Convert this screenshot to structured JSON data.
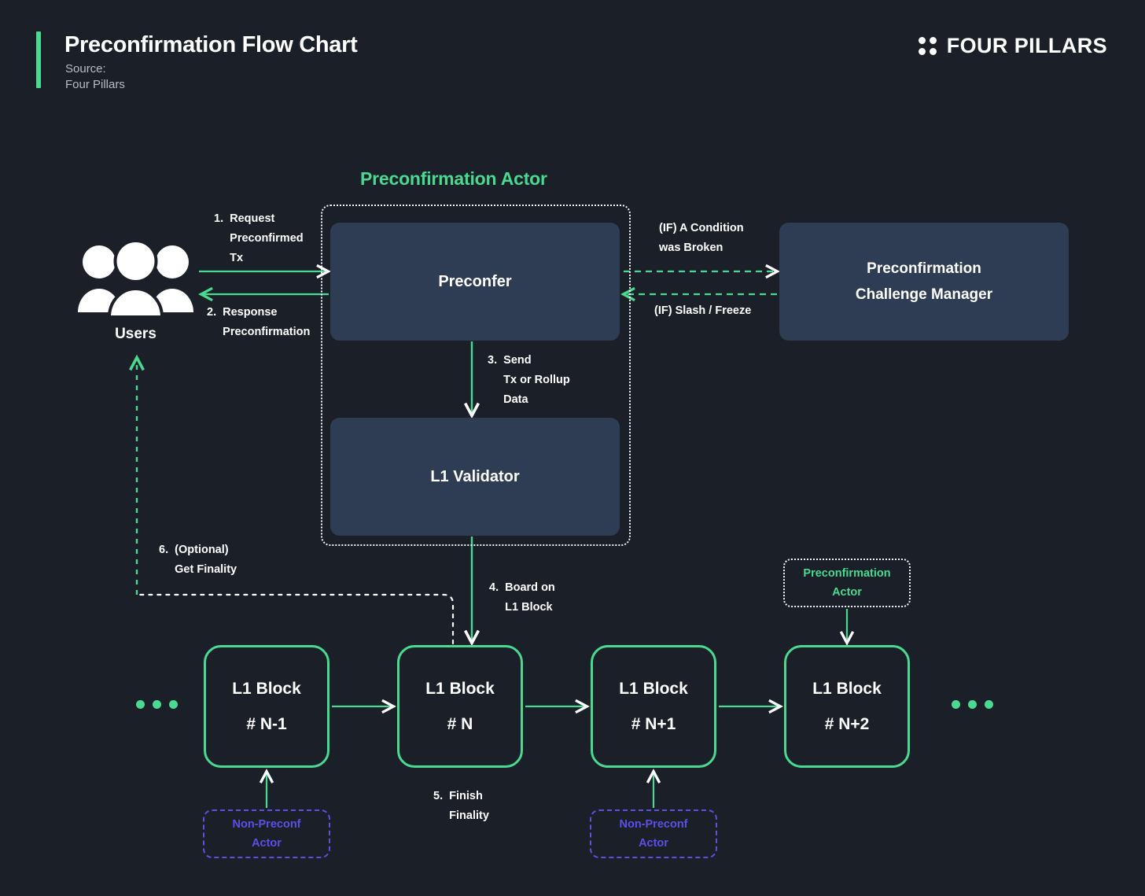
{
  "header": {
    "title": "Preconfirmation Flow Chart",
    "source_label": "Source:",
    "source_value": "Four Pillars",
    "brand": "FOUR PILLARS",
    "brand_icon": "four-dots-icon"
  },
  "colors": {
    "background": "#1b2028",
    "accent_green": "#4ad991",
    "box_fill": "#2e3d54",
    "purple": "#5b50e6",
    "white": "#ffffff"
  },
  "diagram": {
    "group_title": "Preconfirmation Actor",
    "actors": {
      "users": "Users",
      "preconfer": "Preconfer",
      "validator": "L1 Validator",
      "challenge_manager_line1": "Preconfirmation",
      "challenge_manager_line2": "Challenge Manager"
    },
    "blocks": [
      {
        "line1": "L1 Block",
        "line2": "# N-1"
      },
      {
        "line1": "L1 Block",
        "line2": "# N"
      },
      {
        "line1": "L1 Block",
        "line2": "# N+1"
      },
      {
        "line1": "L1 Block",
        "line2": "# N+2"
      }
    ],
    "ellipsis": "...",
    "tags": {
      "preconf_actor_line1": "Preconfirmation",
      "preconf_actor_line2": "Actor",
      "non_preconf_line1": "Non-Preconf",
      "non_preconf_line2": "Actor"
    },
    "edge_labels": {
      "step1": "1.  Request\n     Preconfirmed\n     Tx",
      "step2": "2.  Response\n     Preconfirmation",
      "step3": "3.  Send\n     Tx or Rollup\n     Data",
      "step4": "4.  Board on\n     L1 Block",
      "step5": "5.  Finish\n     Finality",
      "step6": "6.  (Optional)\n     Get Finality",
      "if_condition": "(IF) A Condition\nwas Broken",
      "if_slash": "(IF) Slash / Freeze"
    }
  },
  "chart_data": {
    "type": "diagram",
    "title": "Preconfirmation Flow Chart",
    "nodes": [
      {
        "id": "users",
        "label": "Users",
        "shape": "icon"
      },
      {
        "id": "preconfer",
        "label": "Preconfer",
        "shape": "rounded-rect",
        "group": "Preconfirmation Actor"
      },
      {
        "id": "validator",
        "label": "L1 Validator",
        "shape": "rounded-rect",
        "group": "Preconfirmation Actor"
      },
      {
        "id": "challenge",
        "label": "Preconfirmation Challenge Manager",
        "shape": "rounded-rect"
      },
      {
        "id": "block_n_minus_1",
        "label": "L1 Block # N-1",
        "shape": "rounded-rect-outline"
      },
      {
        "id": "block_n",
        "label": "L1 Block # N",
        "shape": "rounded-rect-outline"
      },
      {
        "id": "block_n_plus_1",
        "label": "L1 Block # N+1",
        "shape": "rounded-rect-outline"
      },
      {
        "id": "block_n_plus_2",
        "label": "L1 Block # N+2",
        "shape": "rounded-rect-outline"
      },
      {
        "id": "tag_preconf_actor",
        "label": "Preconfirmation Actor",
        "shape": "dotted-tag"
      },
      {
        "id": "tag_non_preconf_a",
        "label": "Non-Preconf Actor",
        "shape": "dashed-tag"
      },
      {
        "id": "tag_non_preconf_b",
        "label": "Non-Preconf Actor",
        "shape": "dashed-tag"
      }
    ],
    "edges": [
      {
        "from": "users",
        "to": "preconfer",
        "label": "1. Request Preconfirmed Tx",
        "style": "solid",
        "color": "#4ad991"
      },
      {
        "from": "preconfer",
        "to": "users",
        "label": "2. Response Preconfirmation",
        "style": "solid",
        "color": "#4ad991"
      },
      {
        "from": "preconfer",
        "to": "validator",
        "label": "3. Send Tx or Rollup Data",
        "style": "solid",
        "color": "#4ad991"
      },
      {
        "from": "validator",
        "to": "block_n",
        "label": "4. Board on L1 Block",
        "style": "solid",
        "color": "#4ad991"
      },
      {
        "from": "block_n",
        "to": "users",
        "label": "6. (Optional) Get Finality",
        "style": "dashed",
        "color": "#4ad991"
      },
      {
        "from": "block_n",
        "to": "finality",
        "label": "5. Finish Finality",
        "style": "none"
      },
      {
        "from": "preconfer",
        "to": "challenge",
        "label": "(IF) A Condition was Broken",
        "style": "dashed",
        "color": "#4ad991"
      },
      {
        "from": "challenge",
        "to": "preconfer",
        "label": "(IF) Slash / Freeze",
        "style": "dashed",
        "color": "#4ad991"
      },
      {
        "from": "block_n_minus_1",
        "to": "block_n",
        "style": "solid",
        "color": "#4ad991"
      },
      {
        "from": "block_n",
        "to": "block_n_plus_1",
        "style": "solid",
        "color": "#4ad991"
      },
      {
        "from": "block_n_plus_1",
        "to": "block_n_plus_2",
        "style": "solid",
        "color": "#4ad991"
      },
      {
        "from": "tag_preconf_actor",
        "to": "block_n_plus_2",
        "style": "solid",
        "color": "#4ad991"
      },
      {
        "from": "tag_non_preconf_a",
        "to": "block_n_minus_1",
        "style": "solid",
        "color": "#4ad991"
      },
      {
        "from": "tag_non_preconf_b",
        "to": "block_n_plus_1",
        "style": "solid",
        "color": "#4ad991"
      }
    ]
  }
}
